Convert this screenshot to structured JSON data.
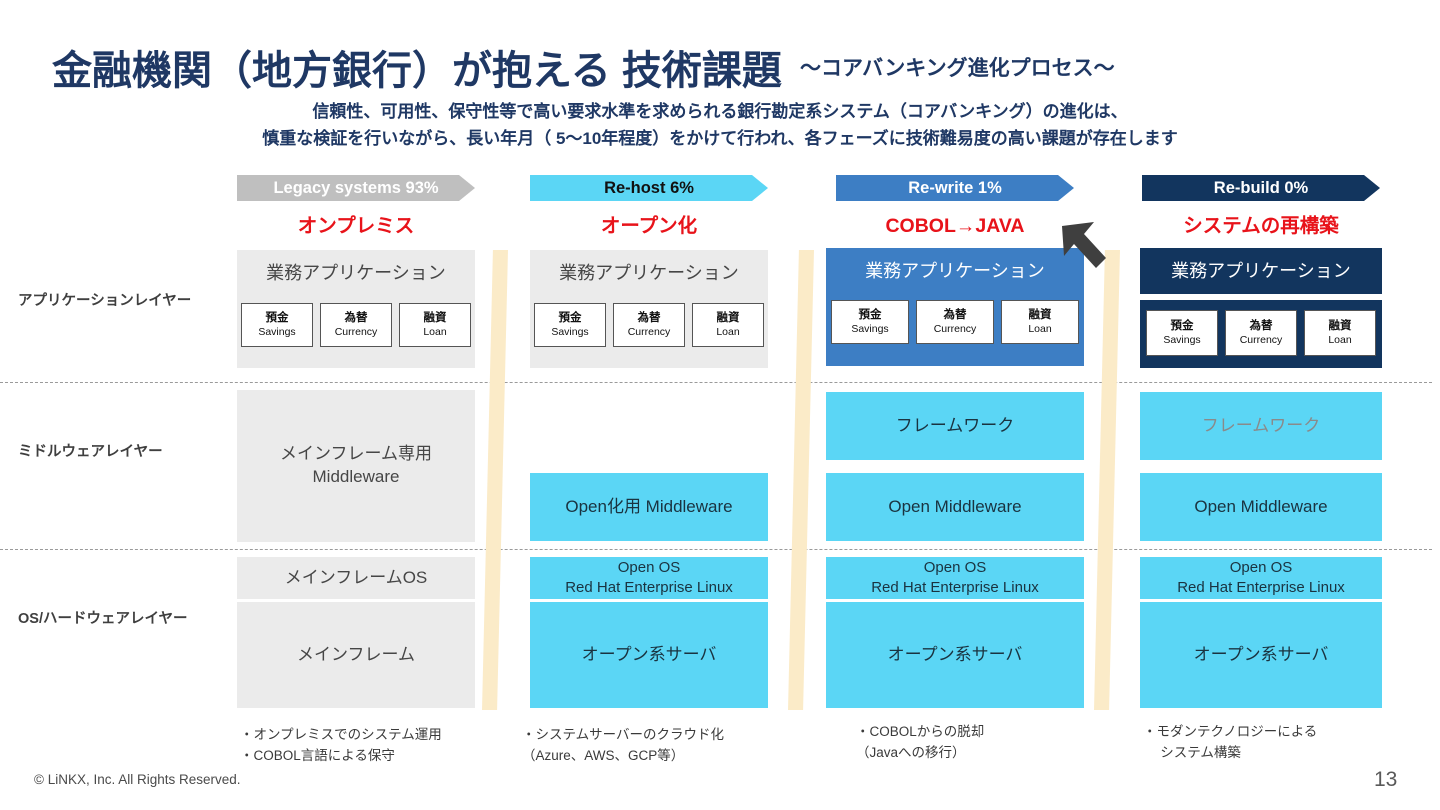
{
  "slide": {
    "title": "金融機関（地方銀行）が抱える 技術課題",
    "subtitle": "～コアバンキング進化プロセス～",
    "lead_line_1": "信頼性、可用性、保守性等で高い要求水準を求められる銀行勘定系システム（コアバンキング）の進化は、",
    "lead_line_2": "慎重な検証を行いながら、長い年月（ 5～10年程度）をかけて行われ、各フェーズに技術難易度の高い課題が存在します",
    "footer": "© LiNKX, Inc. All Rights Reserved.",
    "page_number": "13"
  },
  "row_labels": {
    "application": "アプリケーションレイヤー",
    "middleware": "ミドルウェアレイヤー",
    "os_hardware": "OS/ハードウェアレイヤー"
  },
  "colors": {
    "title_navy": "#1F3864",
    "phase_red": "#E8131A",
    "legacy_gray": "#BFBFBF",
    "rehost_cyan": "#5BD6F5",
    "rewrite_blue": "#3D7EC4",
    "rebuild_navy": "#12355E",
    "block_gray": "#EBEBEB",
    "divider_cream": "#FBEBC8"
  },
  "modules": [
    {
      "jp": "預金",
      "en": "Savings"
    },
    {
      "jp": "為替",
      "en": "Currency"
    },
    {
      "jp": "融資",
      "en": "Loan"
    }
  ],
  "columns": [
    {
      "banner_label": "Legacy systems 93%",
      "phase_name": "オンプレミス",
      "app_title": "業務アプリケーション",
      "middleware_top": "",
      "middleware_bottom": "",
      "middleware_full": "メインフレーム専用\nMiddleware",
      "os_top": "メインフレームOS",
      "os_bottom": "メインフレーム",
      "caption_line_1": "・オンプレミスでのシステム運用",
      "caption_line_2": "・COBOL言語による保守"
    },
    {
      "banner_label": "Re-host 6%",
      "phase_name": "オープン化",
      "app_title": "業務アプリケーション",
      "middleware_top": "",
      "middleware_bottom": "Open化用 Middleware",
      "middleware_full": "",
      "os_top": "Open OS\nRed Hat Enterprise Linux",
      "os_bottom": "オープン系サーバ",
      "caption_line_1": "・システムサーバーのクラウド化",
      "caption_line_2": "（Azure、AWS、GCP等）"
    },
    {
      "banner_label": "Re-write 1%",
      "phase_name": "COBOL→JAVA",
      "app_title": "業務アプリケーション",
      "middleware_top": "フレームワーク",
      "middleware_bottom": "Open Middleware",
      "middleware_full": "",
      "os_top": "Open OS\nRed Hat Enterprise Linux",
      "os_bottom": "オープン系サーバ",
      "caption_line_1": "・COBOLからの脱却",
      "caption_line_2": "（Javaへの移行）"
    },
    {
      "banner_label": "Re-build 0%",
      "phase_name": "システムの再構築",
      "app_title": "業務アプリケーション",
      "middleware_top": "フレームワーク",
      "middleware_bottom": "Open Middleware",
      "middleware_full": "",
      "os_top": "Open OS\nRed Hat Enterprise Linux",
      "os_bottom": "オープン系サーバ",
      "caption_line_1": "・モダンテクノロジーによる",
      "caption_line_2": "　 システム構築"
    }
  ]
}
